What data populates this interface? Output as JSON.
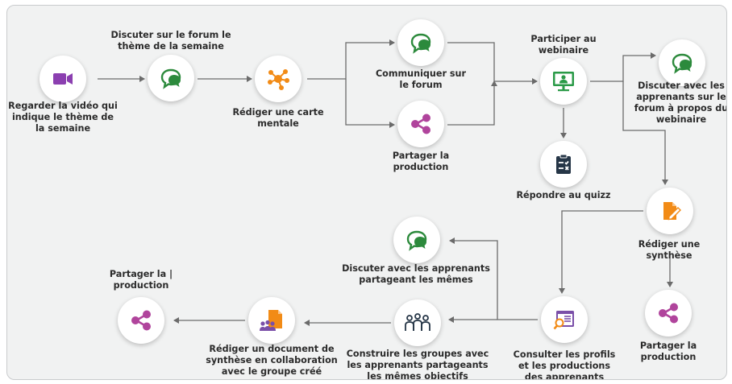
{
  "colors": {
    "chat": "#2c8a3c",
    "share": "#b0449c",
    "video": "#8b3fb0",
    "mindmap": "#f28b16",
    "webinar": "#2a9a47",
    "quiz": "#263647",
    "doc": "#f28b16",
    "profile": "#7a4fa8",
    "line": "#6b6b6b"
  },
  "nodes": [
    {
      "id": "video",
      "icon": "video-camera-icon",
      "label": "Regarder la vidéo qui\nindique le thème de\nla semaine"
    },
    {
      "id": "forum1",
      "icon": "chat-bubble-icon",
      "label": "Discuter sur le forum le\nthème de la semaine"
    },
    {
      "id": "mindmap",
      "icon": "mind-map-icon",
      "label": "Rédiger une carte\nmentale"
    },
    {
      "id": "forum2",
      "icon": "chat-bubble-icon",
      "label": "Communiquer sur\nle forum"
    },
    {
      "id": "share1",
      "icon": "share-icon",
      "label": "Partager la\nproduction"
    },
    {
      "id": "webinar",
      "icon": "webinar-screen-icon",
      "label": "Participer au\nwebinaire"
    },
    {
      "id": "quiz",
      "icon": "quiz-clipboard-icon",
      "label": "Répondre au quizz"
    },
    {
      "id": "forum3",
      "icon": "chat-bubble-icon",
      "label": "Discuter avec les\napprenants sur le\nforum à propos du\nwebinaire"
    },
    {
      "id": "synth",
      "icon": "edit-document-icon",
      "label": "Rédiger une\nsynthèse"
    },
    {
      "id": "share2",
      "icon": "share-icon",
      "label": "Partager la\nproduction"
    },
    {
      "id": "profiles",
      "icon": "profile-search-icon",
      "label": "Consulter les profils\net les productions\ndes apprenants"
    },
    {
      "id": "forum4",
      "icon": "chat-bubble-icon",
      "label": "Discuter avec les apprenants\npartageant les mêmes"
    },
    {
      "id": "groups",
      "icon": "group-people-icon",
      "label": "Construire les groupes avec\nles apprenants partageants\nles mêmes objectifs"
    },
    {
      "id": "collabdoc",
      "icon": "collab-document-icon",
      "label": "Rédiger un document de\nsynthèse en collaboration\navec le groupe créé"
    },
    {
      "id": "share3",
      "icon": "share-icon",
      "label": "Partager la |\nproduction"
    }
  ],
  "edges": [
    [
      "video",
      "forum1"
    ],
    [
      "forum1",
      "mindmap"
    ],
    [
      "mindmap",
      "forum2"
    ],
    [
      "mindmap",
      "share1"
    ],
    [
      "forum2",
      "webinar"
    ],
    [
      "share1",
      "webinar"
    ],
    [
      "webinar",
      "quiz"
    ],
    [
      "webinar",
      "forum3"
    ],
    [
      "webinar",
      "synth"
    ],
    [
      "synth",
      "share2"
    ],
    [
      "synth",
      "profiles"
    ],
    [
      "profiles",
      "forum4"
    ],
    [
      "profiles",
      "groups"
    ],
    [
      "groups",
      "collabdoc"
    ],
    [
      "collabdoc",
      "share3"
    ]
  ]
}
